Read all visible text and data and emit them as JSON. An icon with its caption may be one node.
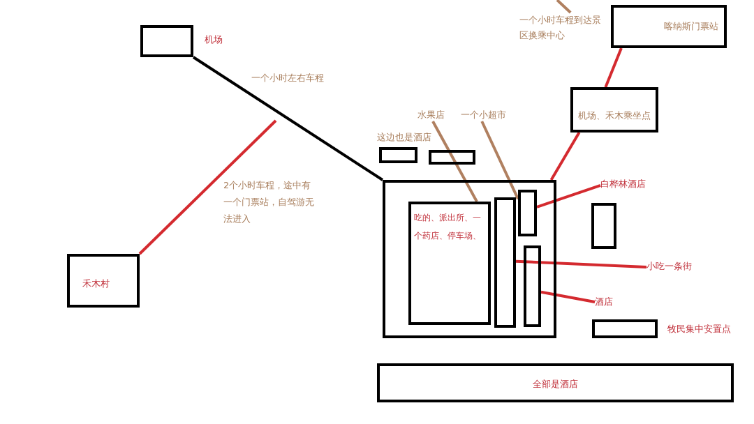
{
  "diagram": {
    "nodes": [
      {
        "text": [],
        "shape": "box",
        "beside": [
          "机场"
        ]
      },
      {
        "text": [
          "禾木村"
        ]
      },
      {
        "text": [],
        "shape": "box"
      },
      {
        "text": [
          "吃的、派出所、一个药店、停车场、"
        ],
        "in": 2
      },
      {
        "text": [],
        "shape": "box",
        "in": 2
      },
      {
        "text": [],
        "shape": "box",
        "in": 2
      },
      {
        "text": [],
        "shape": "box",
        "in": 2
      },
      {
        "text": [],
        "shape": "box"
      },
      {
        "text": [],
        "shape": "box"
      },
      {
        "text": [
          "喀纳斯门票站"
        ]
      },
      {
        "text": [
          "机场、禾木乘坐点"
        ]
      },
      {
        "text": [],
        "shape": "box"
      },
      {
        "text": [],
        "shape": "box",
        "beside": [
          "牧民集中安置点"
        ]
      },
      {
        "text": [
          "全部是酒店"
        ]
      },
      {
        "text": [
          "水果店"
        ]
      },
      {
        "text": [
          "一个小超市"
        ]
      },
      {
        "text": [
          "白桦林酒店"
        ]
      },
      {
        "text": [
          "小吃一条街"
        ]
      },
      {
        "text": [
          "酒店"
        ]
      },
      {
        "text": [
          "一个小时车程到达景区换乘中心"
        ]
      }
    ],
    "edges": [
      {
        "from": 0,
        "to": 2,
        "arrow": "none",
        "label": "一个小时左右车程",
        "color": "#000000"
      },
      {
        "from": 1,
        "to": null,
        "arrow": "none",
        "label": "2个小时车程，途中有一个门票站，自驾游无法进入"
      },
      {
        "from": 9,
        "to": 10,
        "arrow": "none"
      },
      {
        "from": 10,
        "to": 2,
        "arrow": "none"
      },
      {
        "from": 14,
        "to": 3,
        "arrow": "none",
        "color": "#b08060"
      },
      {
        "from": 15,
        "to": 5,
        "arrow": "none",
        "color": "#b08060"
      },
      {
        "from": 16,
        "to": 5,
        "arrow": "none"
      },
      {
        "from": 17,
        "to": 4,
        "arrow": "none"
      },
      {
        "from": 18,
        "to": 6,
        "arrow": "none"
      },
      {
        "from": 19,
        "to": null,
        "arrow": "none",
        "color": "#b08060"
      }
    ],
    "labels": [
      "这边也是酒店"
    ]
  }
}
